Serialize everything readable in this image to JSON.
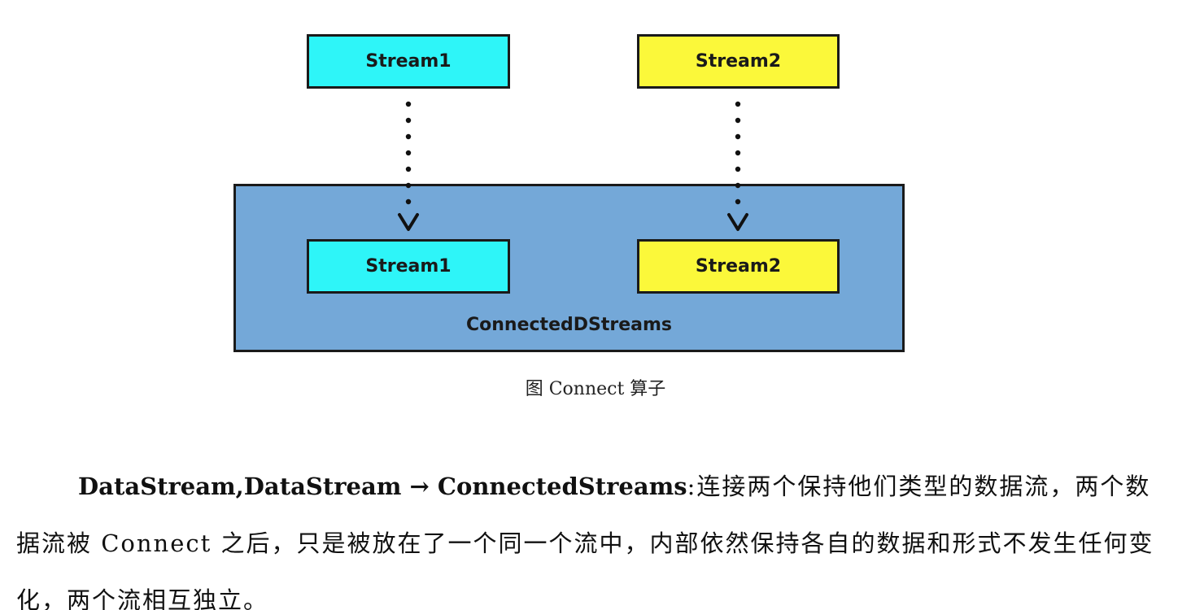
{
  "diagram": {
    "top_boxes": [
      {
        "label": "Stream1",
        "color": "#2ef5f8"
      },
      {
        "label": "Stream2",
        "color": "#fbf83a"
      }
    ],
    "inner_boxes": [
      {
        "label": "Stream1",
        "color": "#2ef5f8"
      },
      {
        "label": "Stream2",
        "color": "#fbf83a"
      }
    ],
    "container_label": "ConnectedDStreams",
    "container_color": "#74a8d8"
  },
  "caption": "图 Connect 算子",
  "paragraph": {
    "heading": "DataStream,DataStream → ConnectedStreams",
    "separator": ":",
    "text": "连接两个保持他们类型的数据流，两个数据流被 Connect 之后，只是被放在了一个同一个流中，内部依然保持各自的数据和形式不发生任何变化，两个流相互独立。"
  }
}
